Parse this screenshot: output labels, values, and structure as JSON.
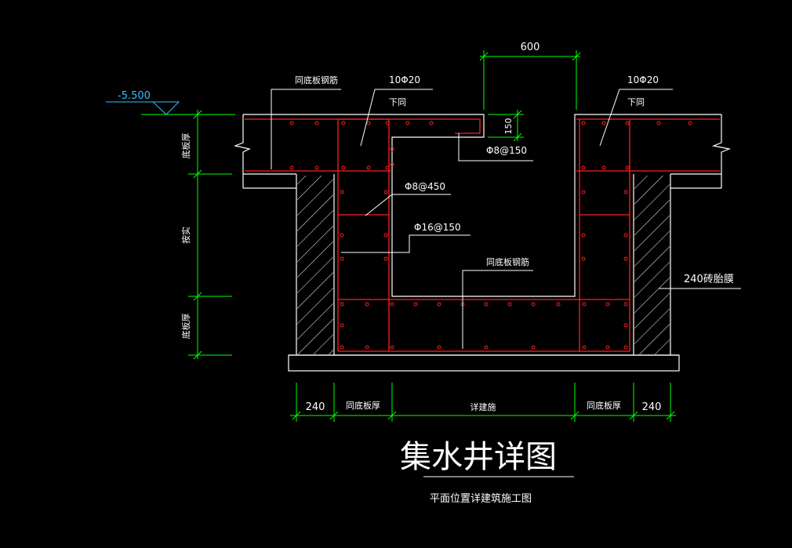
{
  "elevation": {
    "value": "-5.500"
  },
  "dims": {
    "top": "600",
    "small": "150"
  },
  "labels": {
    "same_floor_rebar_top": "同底板钢筋",
    "left_bar": "10Φ20",
    "left_same": "下同",
    "right_bar": "10Φ20",
    "right_same": "下同",
    "stirrup_150": "Φ8@150",
    "bar_450": "Φ8@450",
    "bar_16": "Φ16@150",
    "same_floor_rebar_mid": "同底板钢筋",
    "brick_mold": "240砖胎膜"
  },
  "vertical_labels": {
    "top": "底板厚",
    "middle": "按实",
    "bottom": "底板厚"
  },
  "bottom_dims": [
    "240",
    "同底板厚",
    "详建施",
    "同底板厚",
    "240"
  ],
  "title": "集水井详图",
  "subtitle": "平面位置详建筑施工图",
  "colors": {
    "bg": "#000000",
    "line": "#ffffff",
    "rebar": "#ff2020",
    "dim": "#00ff00",
    "text": "#ffffff",
    "elev": "#30c0ff"
  }
}
